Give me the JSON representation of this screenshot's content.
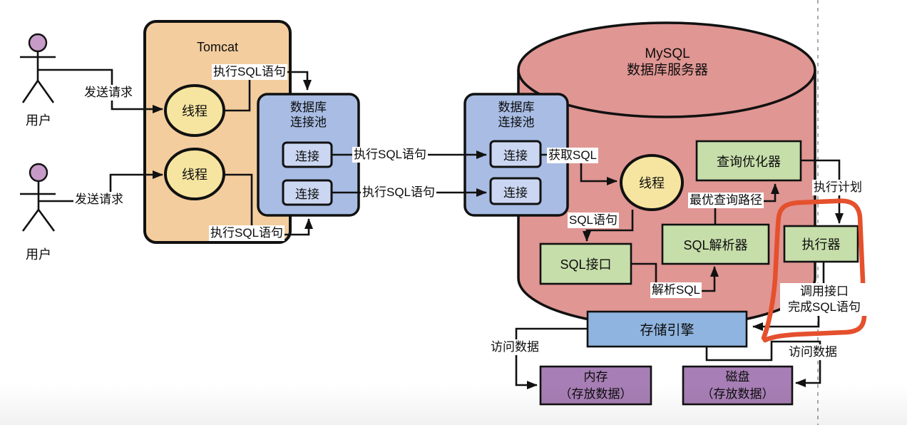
{
  "colors": {
    "tomcat": "#F3CD9E",
    "thread": "#F6E5A0",
    "pool": "#A8BCE4",
    "conn": "#CBD7F2",
    "mysql": "#E09693",
    "component": "#C6DEAA",
    "storage": "#8FB4DF",
    "memory": "#A77EB5",
    "user_head": "#C79BC7",
    "annotation": "#E5502D",
    "line": "#111111"
  },
  "users": {
    "u1_name": "用户",
    "u1_request": "发送请求",
    "u2_name": "用户",
    "u2_request": "发送请求"
  },
  "tomcat": {
    "title": "Tomcat",
    "thread1": "线程",
    "thread2": "线程",
    "exec_top": "执行SQL语句",
    "exec_bottom": "执行SQL语句"
  },
  "pool_app": {
    "title1": "数据库",
    "title2": "连接池",
    "conn1": "连接",
    "conn2": "连接"
  },
  "links": {
    "exec1": "执行SQL语句",
    "exec2": "执行SQL语句",
    "fetch": "获取SQL"
  },
  "pool_db": {
    "title1": "数据库",
    "title2": "连接池",
    "conn1": "连接",
    "conn2": "连接"
  },
  "mysql": {
    "title1": "MySQL",
    "title2": "数据库服务器",
    "thread": "线程",
    "optimizer": "查询优化器",
    "exec_plan": "执行计划",
    "best_path": "最优查询路径",
    "parser": "SQL解析器",
    "executor": "执行器",
    "sql_interface": "SQL接口",
    "sql_statement": "SQL语句",
    "parse_sql": "解析SQL",
    "call1": "调用接口",
    "call2": "完成SQL语句",
    "storage": "存储引擎",
    "access_left": "访问数据",
    "access_right": "访问数据",
    "memory1": "内存",
    "memory2": "（存放数据）",
    "disk1": "磁盘",
    "disk2": "（存放数据）"
  }
}
